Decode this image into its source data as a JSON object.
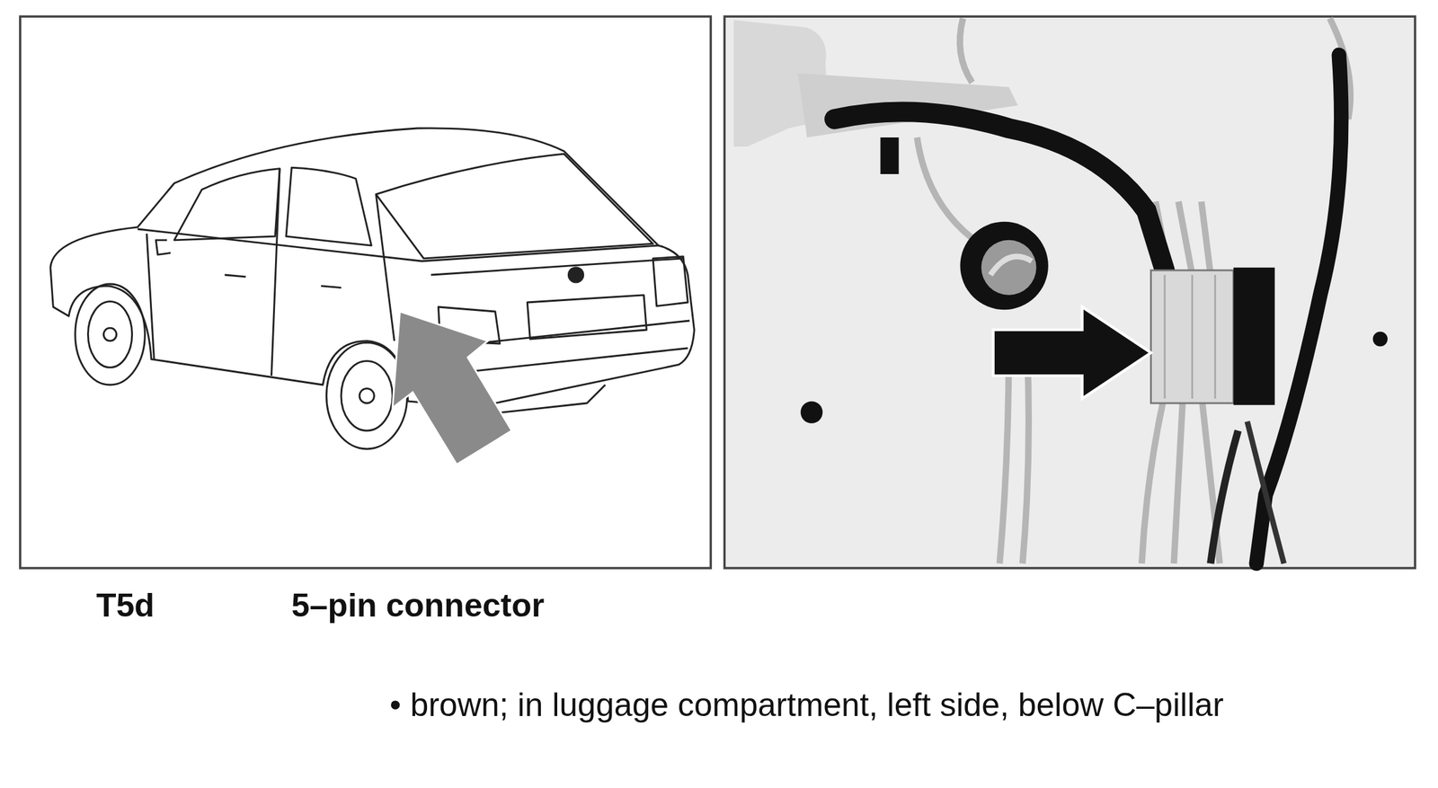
{
  "diagram": {
    "labels": [
      "T5d",
      "5–pin connector",
      "• brown; in luggage compartment, left side, below C–pillar"
    ]
  }
}
